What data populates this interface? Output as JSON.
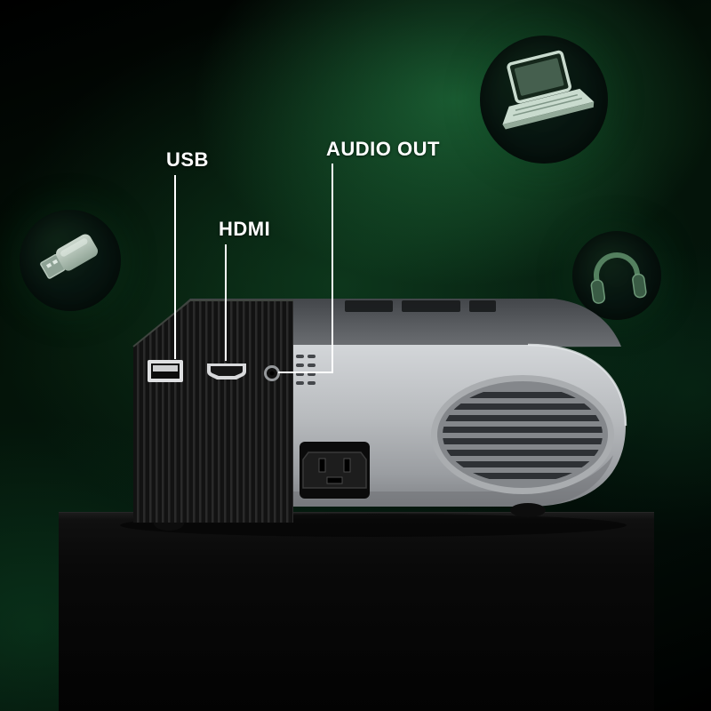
{
  "scene_type": "projector-ports-feature-image",
  "callouts": {
    "usb": {
      "label": "USB"
    },
    "hdmi": {
      "label": "HDMI"
    },
    "audio_out": {
      "label": "AUDIO OUT"
    }
  },
  "icons": {
    "flash_drive": "usb-flash-drive-icon",
    "laptop": "laptop-icon",
    "headphones": "headphones-icon"
  },
  "colors": {
    "glow_green": "#2e9e57",
    "background_black": "#000000",
    "projector_body_gray": "#b8bbbe",
    "heat_sink_black": "#141414",
    "label_text": "#ffffff"
  }
}
